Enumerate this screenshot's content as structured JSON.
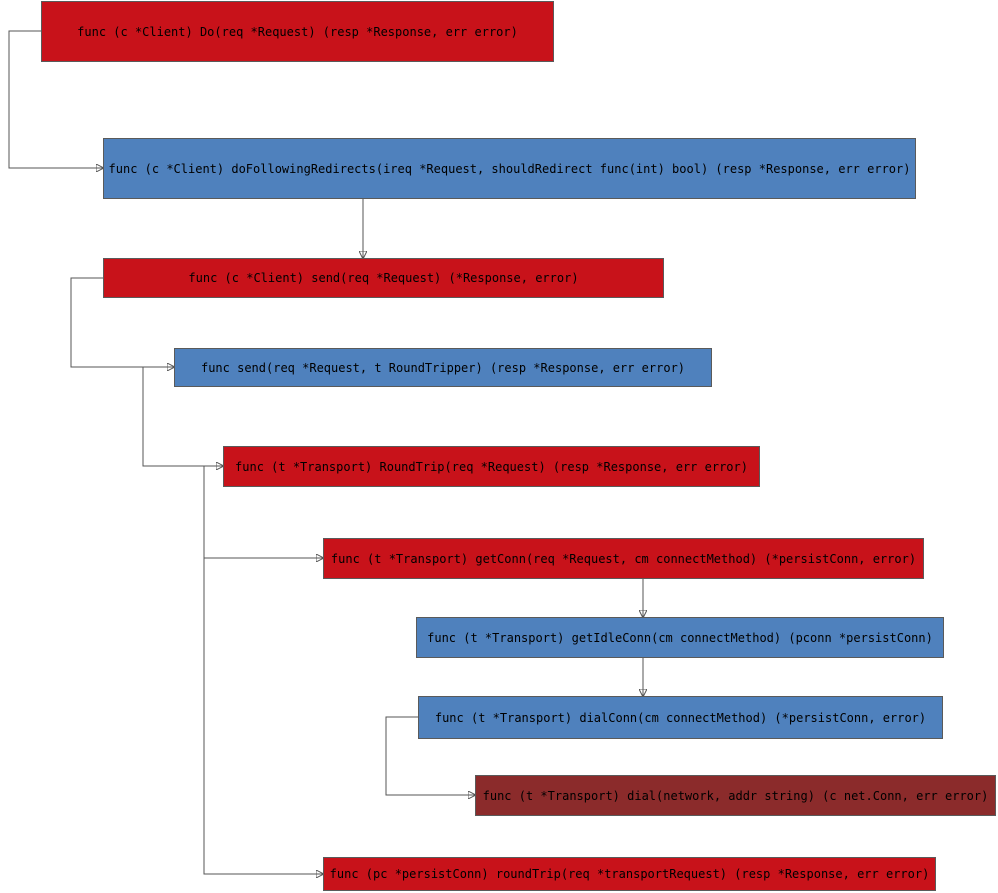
{
  "nodes": {
    "client_do": "func (c *Client) Do(req *Request) (resp *Response, err error)",
    "do_following_redirects": "func (c *Client) doFollowingRedirects(ireq *Request, shouldRedirect func(int) bool) (resp *Response, err error)",
    "client_send": "func (c *Client) send(req *Request) (*Response, error)",
    "send": "func send(req *Request, t RoundTripper) (resp *Response, err error)",
    "transport_roundtrip": "func (t *Transport) RoundTrip(req *Request) (resp *Response, err error)",
    "get_conn": "func (t *Transport) getConn(req *Request, cm connectMethod) (*persistConn, error)",
    "get_idle_conn": "func (t *Transport) getIdleConn(cm connectMethod) (pconn *persistConn)",
    "dial_conn": "func (t *Transport) dialConn(cm connectMethod) (*persistConn, error)",
    "dial": "func (t *Transport) dial(network, addr string) (c net.Conn, err error)",
    "persist_roundtrip": "func (pc *persistConn) roundTrip(req *transportRequest) (resp *Response, err error)"
  },
  "colors": {
    "red": "#c8121a",
    "blue": "#4f81bd",
    "maroon": "#8b2b2b",
    "connector": "#555555"
  }
}
